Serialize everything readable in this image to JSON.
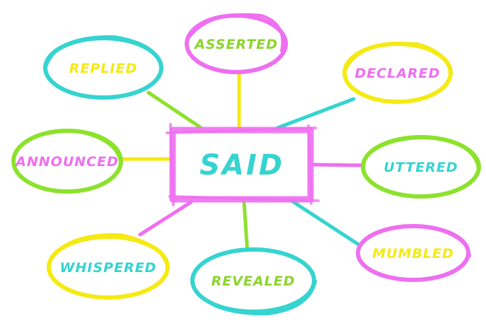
{
  "center": {
    "word": "SAID",
    "color": "#35d4d0",
    "border": "#ee6ff0"
  },
  "nodes": [
    {
      "id": "asserted",
      "word": "ASSERTED",
      "ring": "#ee6ff0",
      "text": "#8bd42c"
    },
    {
      "id": "declared",
      "word": "DECLARED",
      "ring": "#f5ea12",
      "text": "#ee6ff0"
    },
    {
      "id": "uttered",
      "word": "UTTERED",
      "ring": "#8ce22c",
      "text": "#35d4d0"
    },
    {
      "id": "mumbled",
      "word": "MUMBLED",
      "ring": "#ee6ff0",
      "text": "#f5ea12"
    },
    {
      "id": "revealed",
      "word": "REVEALED",
      "ring": "#35d4d0",
      "text": "#8bd42c"
    },
    {
      "id": "whispered",
      "word": "WHISPERED",
      "ring": "#f5ea12",
      "text": "#35d4d0"
    },
    {
      "id": "announced",
      "word": "ANNOUNCED",
      "ring": "#8ce22c",
      "text": "#ee6ff0"
    },
    {
      "id": "replied",
      "word": "REPLIED",
      "ring": "#35d4d0",
      "text": "#f5ea12"
    }
  ]
}
